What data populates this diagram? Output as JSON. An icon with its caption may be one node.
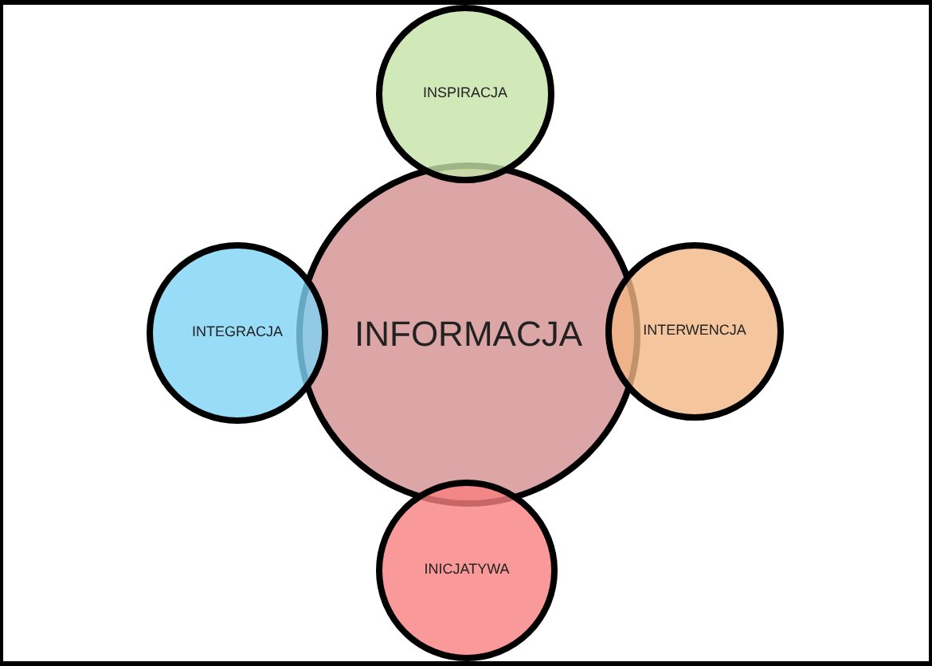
{
  "diagram": {
    "nodes": [
      {
        "text": [
          "INSPIRACJA"
        ]
      },
      {
        "text": [
          "INTEGRACJA"
        ]
      },
      {
        "text": [
          "INFORMACJA"
        ]
      },
      {
        "text": [
          "INTERWENCJA"
        ]
      },
      {
        "text": [
          "INICJATYWA"
        ]
      }
    ]
  }
}
